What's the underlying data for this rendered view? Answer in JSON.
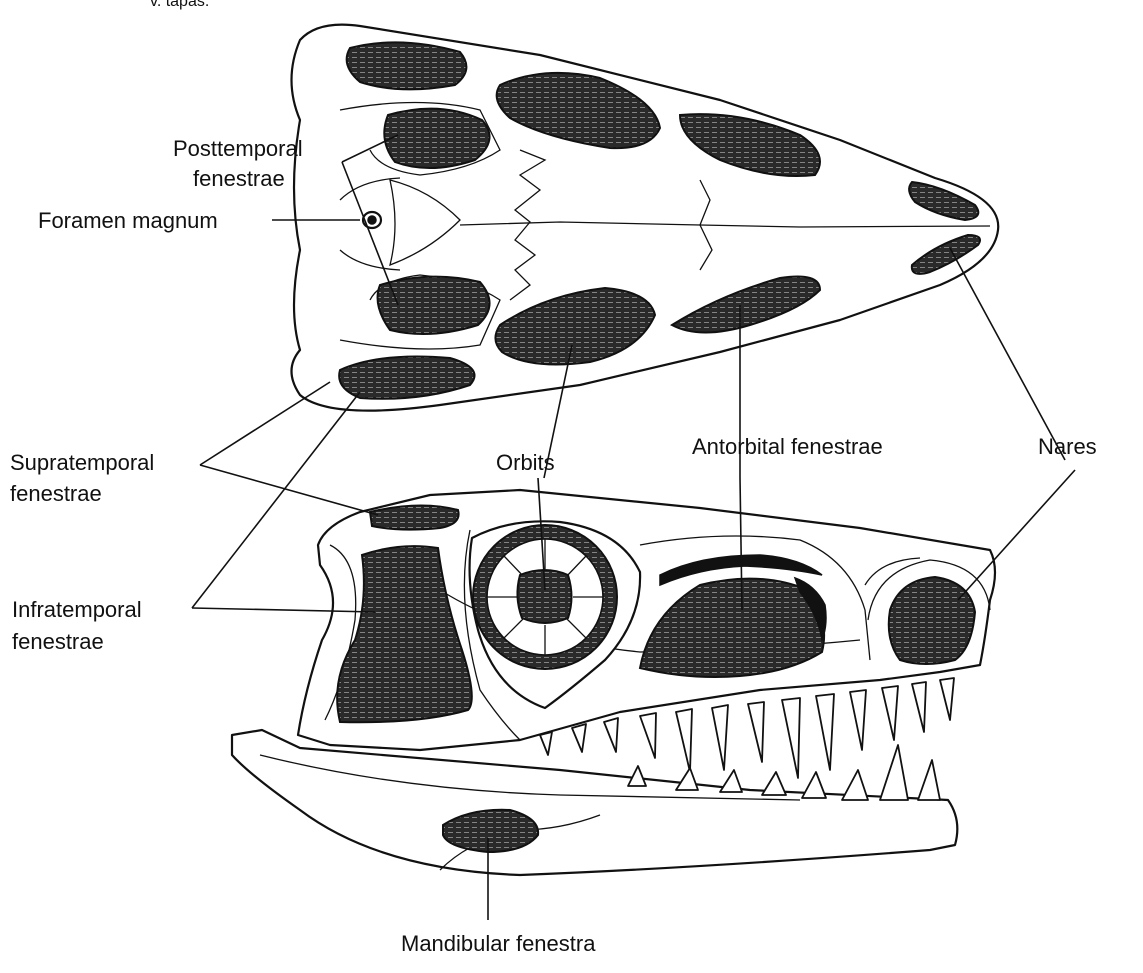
{
  "colors": {
    "ink": "#111111",
    "background": "#ffffff",
    "stipple": "#2a2a2a"
  },
  "header": {
    "cropped_text": "v. tapas."
  },
  "labels": {
    "posttemporal_line1": "Posttemporal",
    "posttemporal_line2": "fenestrae",
    "foramen_magnum": "Foramen magnum",
    "supratemporal_line1": "Supratemporal",
    "supratemporal_line2": "fenestrae",
    "orbits": "Orbits",
    "antorbital": "Antorbital fenestrae",
    "nares": "Nares",
    "infratemporal_line1": "Infratemporal",
    "infratemporal_line2": "fenestrae",
    "mandibular": "Mandibular fenestra"
  }
}
